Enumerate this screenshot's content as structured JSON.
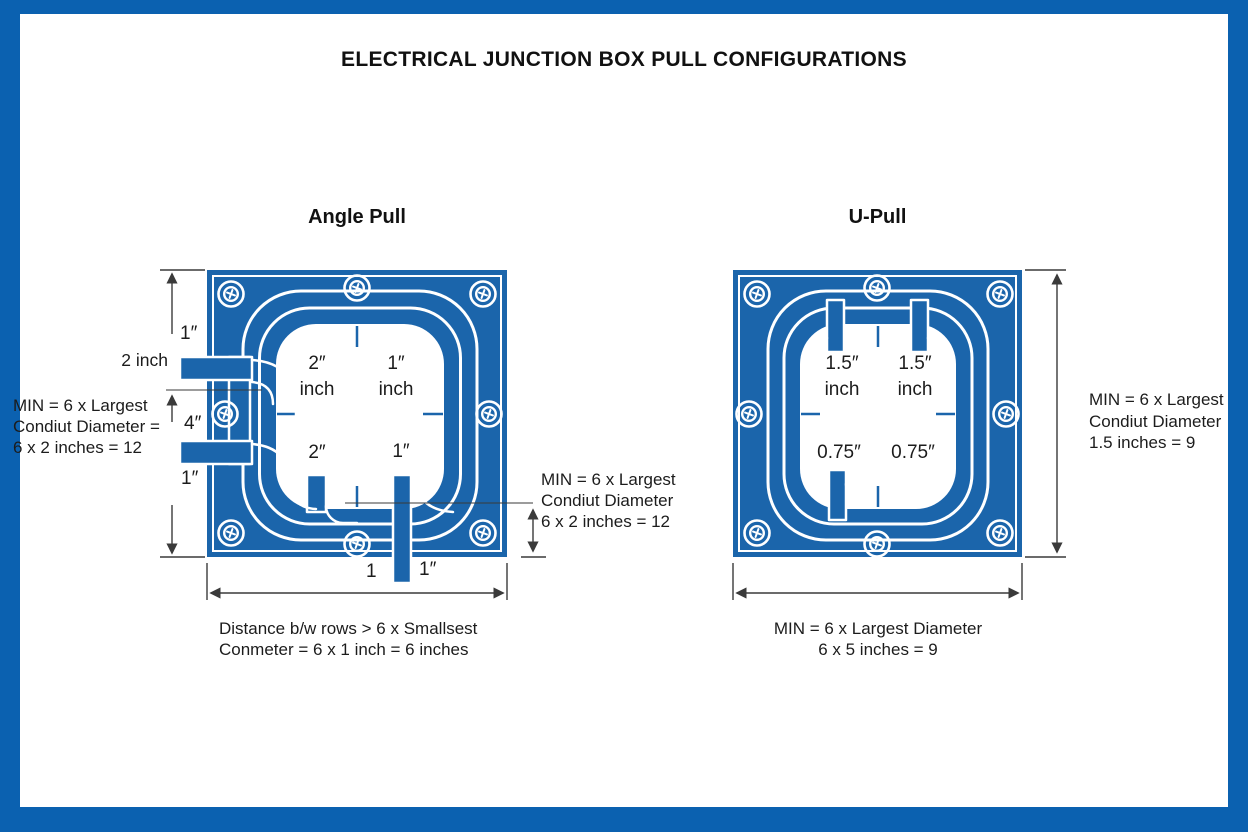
{
  "page": {
    "title": "ELECTRICAL JUNCTION BOX PULL CONFIGURATIONS",
    "frame_color": "#0b61b0",
    "box_color": "#1b65ab",
    "dimension_line_color": "#3a3a3a",
    "text_color": "#1c1c1c"
  },
  "angle_pull": {
    "heading": "Angle Pull",
    "left": {
      "top_gap": "1″",
      "conduit_label": "2 inch",
      "note": [
        "MIN = 6 x Largest",
        "Condiut Diameter =",
        "6 x 2 inches = 12"
      ],
      "row_spacing": "4″",
      "bottom_gap": "1″"
    },
    "inner": {
      "top_left": "2″",
      "top_left_unit": "inch",
      "top_right": "1″",
      "top_right_unit": "inch",
      "bottom_left": "2″",
      "bottom_right": "1″"
    },
    "bottom": {
      "label_a": "1",
      "label_b": "1″"
    },
    "right_note": [
      "MIN = 6 x Largest",
      "Condiut Diameter",
      "6 x 2 inches = 12"
    ],
    "footer": [
      "Distance b/w rows > 6 x Smallsest",
      "Conmeter = 6 x 1 inch = 6 inches"
    ]
  },
  "u_pull": {
    "heading": "U-Pull",
    "inner": {
      "top_left": "1.5″",
      "top_left_unit": "inch",
      "top_right": "1.5″",
      "top_right_unit": "inch",
      "bottom_left": "0.75″",
      "bottom_right": "0.75″"
    },
    "right_note": [
      "MIN = 6 x Largest",
      "Condiut Diameter",
      "1.5 inches = 9"
    ],
    "footer": [
      "MIN = 6 x Largest Diameter",
      "6 x 5 inches = 9"
    ]
  }
}
